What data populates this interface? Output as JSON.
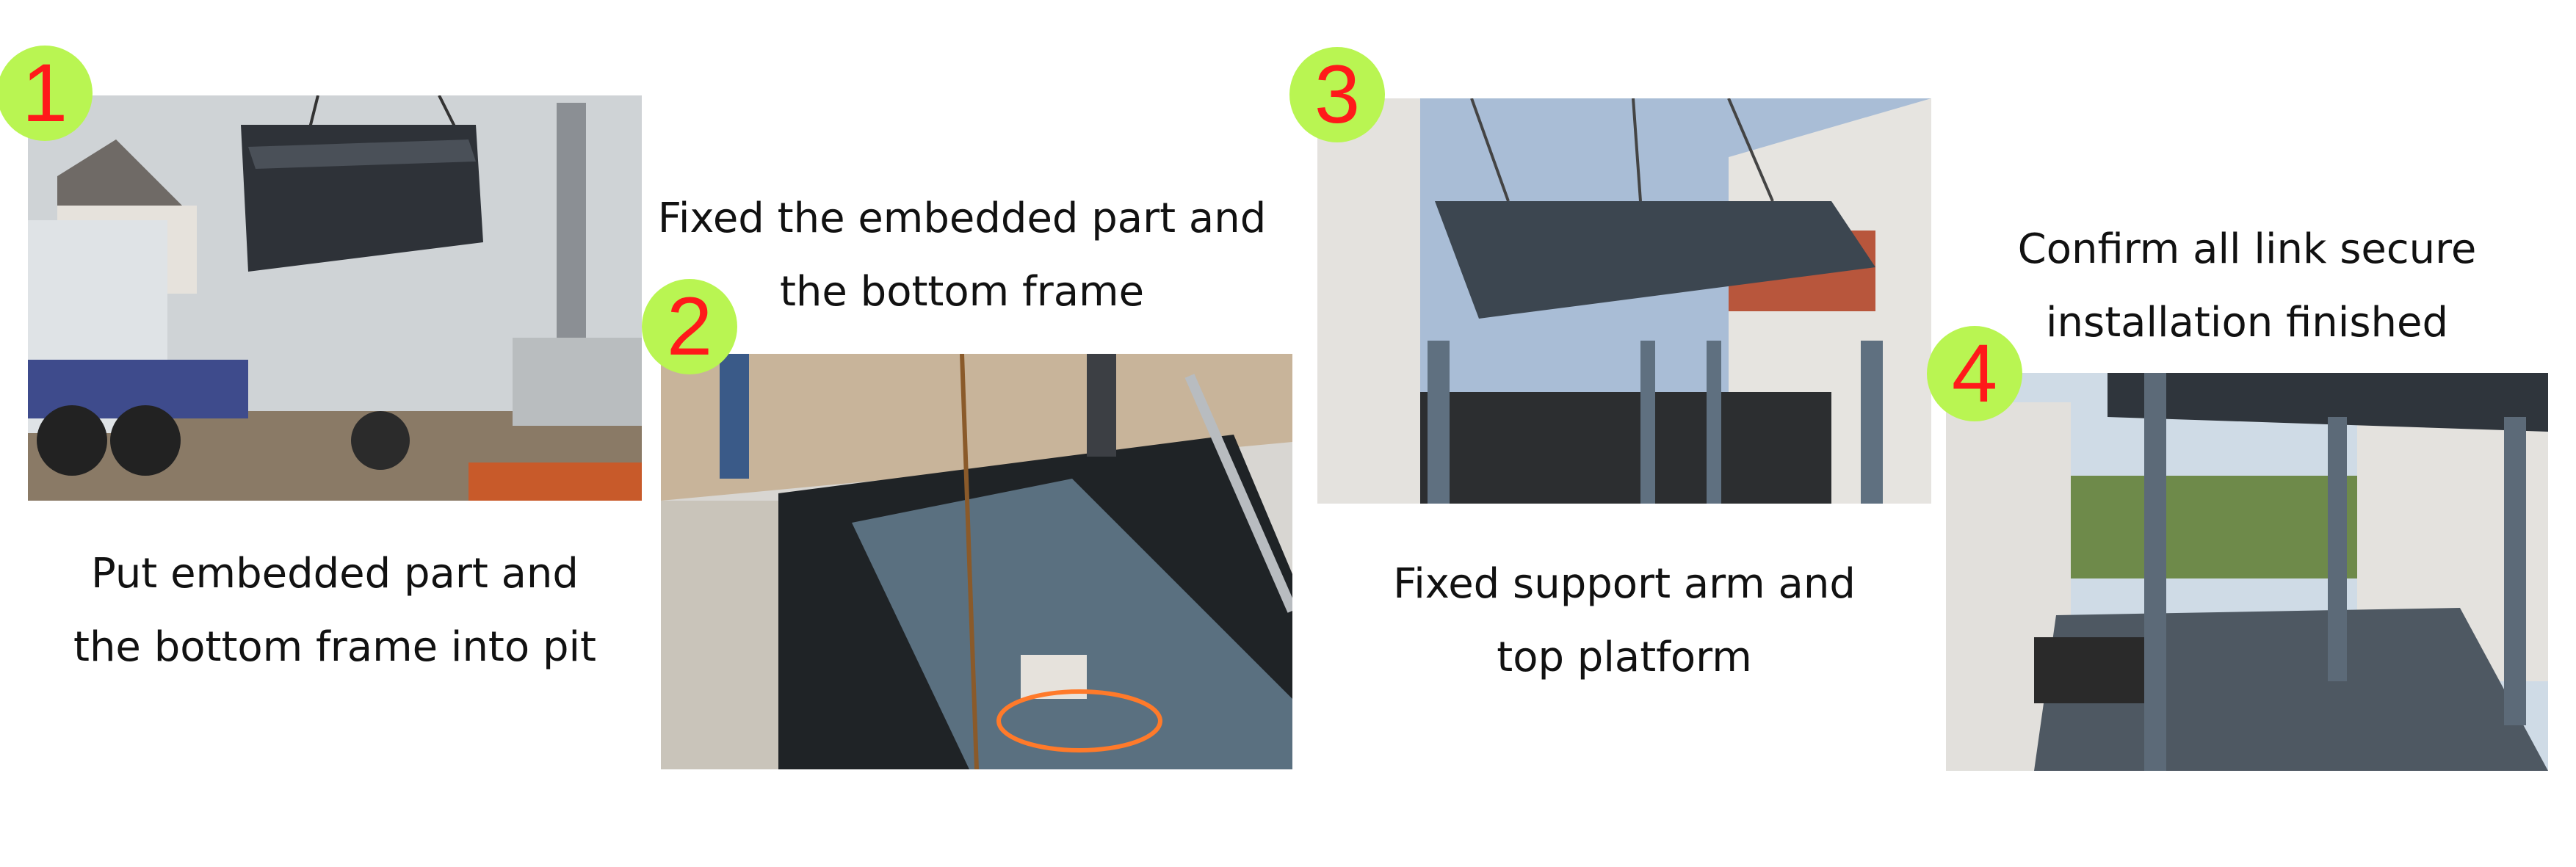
{
  "steps": [
    {
      "number": "1",
      "caption_lines": [
        "Put embedded part and",
        "the bottom frame into pit"
      ],
      "photo": "crane-lifting-frame-photo"
    },
    {
      "number": "2",
      "caption_lines": [
        "Fixed the embedded part and",
        "the bottom frame"
      ],
      "photo": "pit-with-bottom-frame-photo"
    },
    {
      "number": "3",
      "caption_lines": [
        "Fixed support arm and",
        "top platform"
      ],
      "photo": "lifting-top-platform-photo"
    },
    {
      "number": "4",
      "caption_lines": [
        "Confirm all link secure",
        "installation finished"
      ],
      "photo": "finished-installation-photo"
    }
  ],
  "colors": {
    "badge_fill": "#b9f552",
    "badge_text": "#ff1a1a",
    "caption_text": "#111111"
  }
}
